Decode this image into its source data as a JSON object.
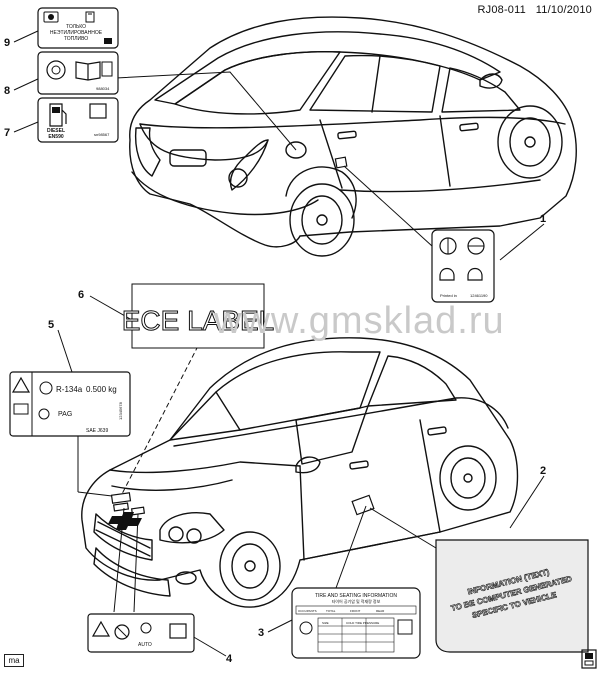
{
  "header": {
    "doc_id": "RJ08-011",
    "date": "11/10/2010"
  },
  "watermark": "www.gmsklad.ru",
  "corner_tag": "ma",
  "callouts": [
    "1",
    "2",
    "3",
    "4",
    "5",
    "6",
    "7",
    "8",
    "9"
  ],
  "labels": {
    "label1": {
      "printed_text": "Printed in",
      "part_no": "12461190"
    },
    "label2": {
      "line1": "INFORMATION (TEXT)",
      "line2": "TO BE COMPUTER GENERATED",
      "line3": "SPECIFIC TO VEHICLE"
    },
    "label3": {
      "title": "TIRE AND SEATING INFORMATION",
      "subtitle": "타이어 공기압 및 적재량 정보",
      "r1": "OCCUPANTS",
      "r2": "TOTAL",
      "r3": "FRONT",
      "r4": "REAR",
      "c1": "SIZE",
      "c2": "COLD TIRE PRESSURE"
    },
    "label4": {
      "auto": "AUTO"
    },
    "label5": {
      "refrigerant": "R-134a",
      "amount": "0.500 kg",
      "oil": "PAG",
      "std": "SAE  J639",
      "part_no": "12345678"
    },
    "label6": {
      "text": "ECE LABEL"
    },
    "label7": {
      "fuel": "DIESEL",
      "fuel2": "EN590",
      "code": "sn98567"
    },
    "label8": {
      "code": "988034"
    },
    "label9": {
      "line1": "ТОЛЬКО",
      "line2": "НЕЭТИЛИРОВАННОЕ",
      "line3": "ТОПЛИВО"
    }
  }
}
